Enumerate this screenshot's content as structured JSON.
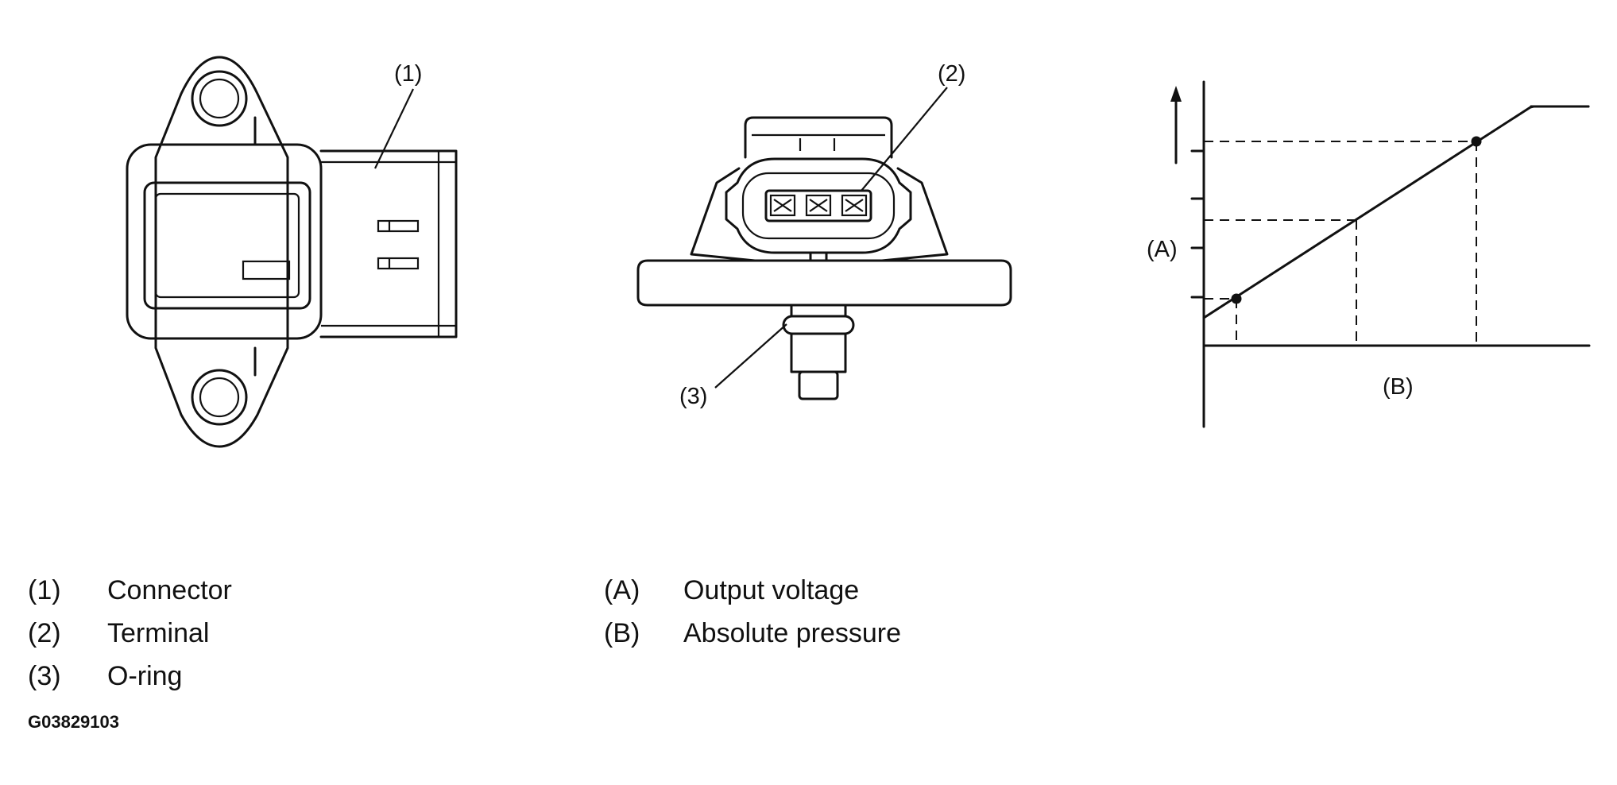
{
  "callouts": {
    "connector": "(1)",
    "terminal": "(2)",
    "oring": "(3)",
    "axis_a": "(A)",
    "axis_b": "(B)"
  },
  "legend": {
    "items": [
      {
        "key": "(1)",
        "label": "Connector"
      },
      {
        "key": "(2)",
        "label": "Terminal"
      },
      {
        "key": "(3)",
        "label": "O-ring"
      }
    ],
    "axes": [
      {
        "key": "(A)",
        "label": "Output voltage"
      },
      {
        "key": "(B)",
        "label": "Absolute pressure"
      }
    ]
  },
  "figure_code": "G03829103"
}
